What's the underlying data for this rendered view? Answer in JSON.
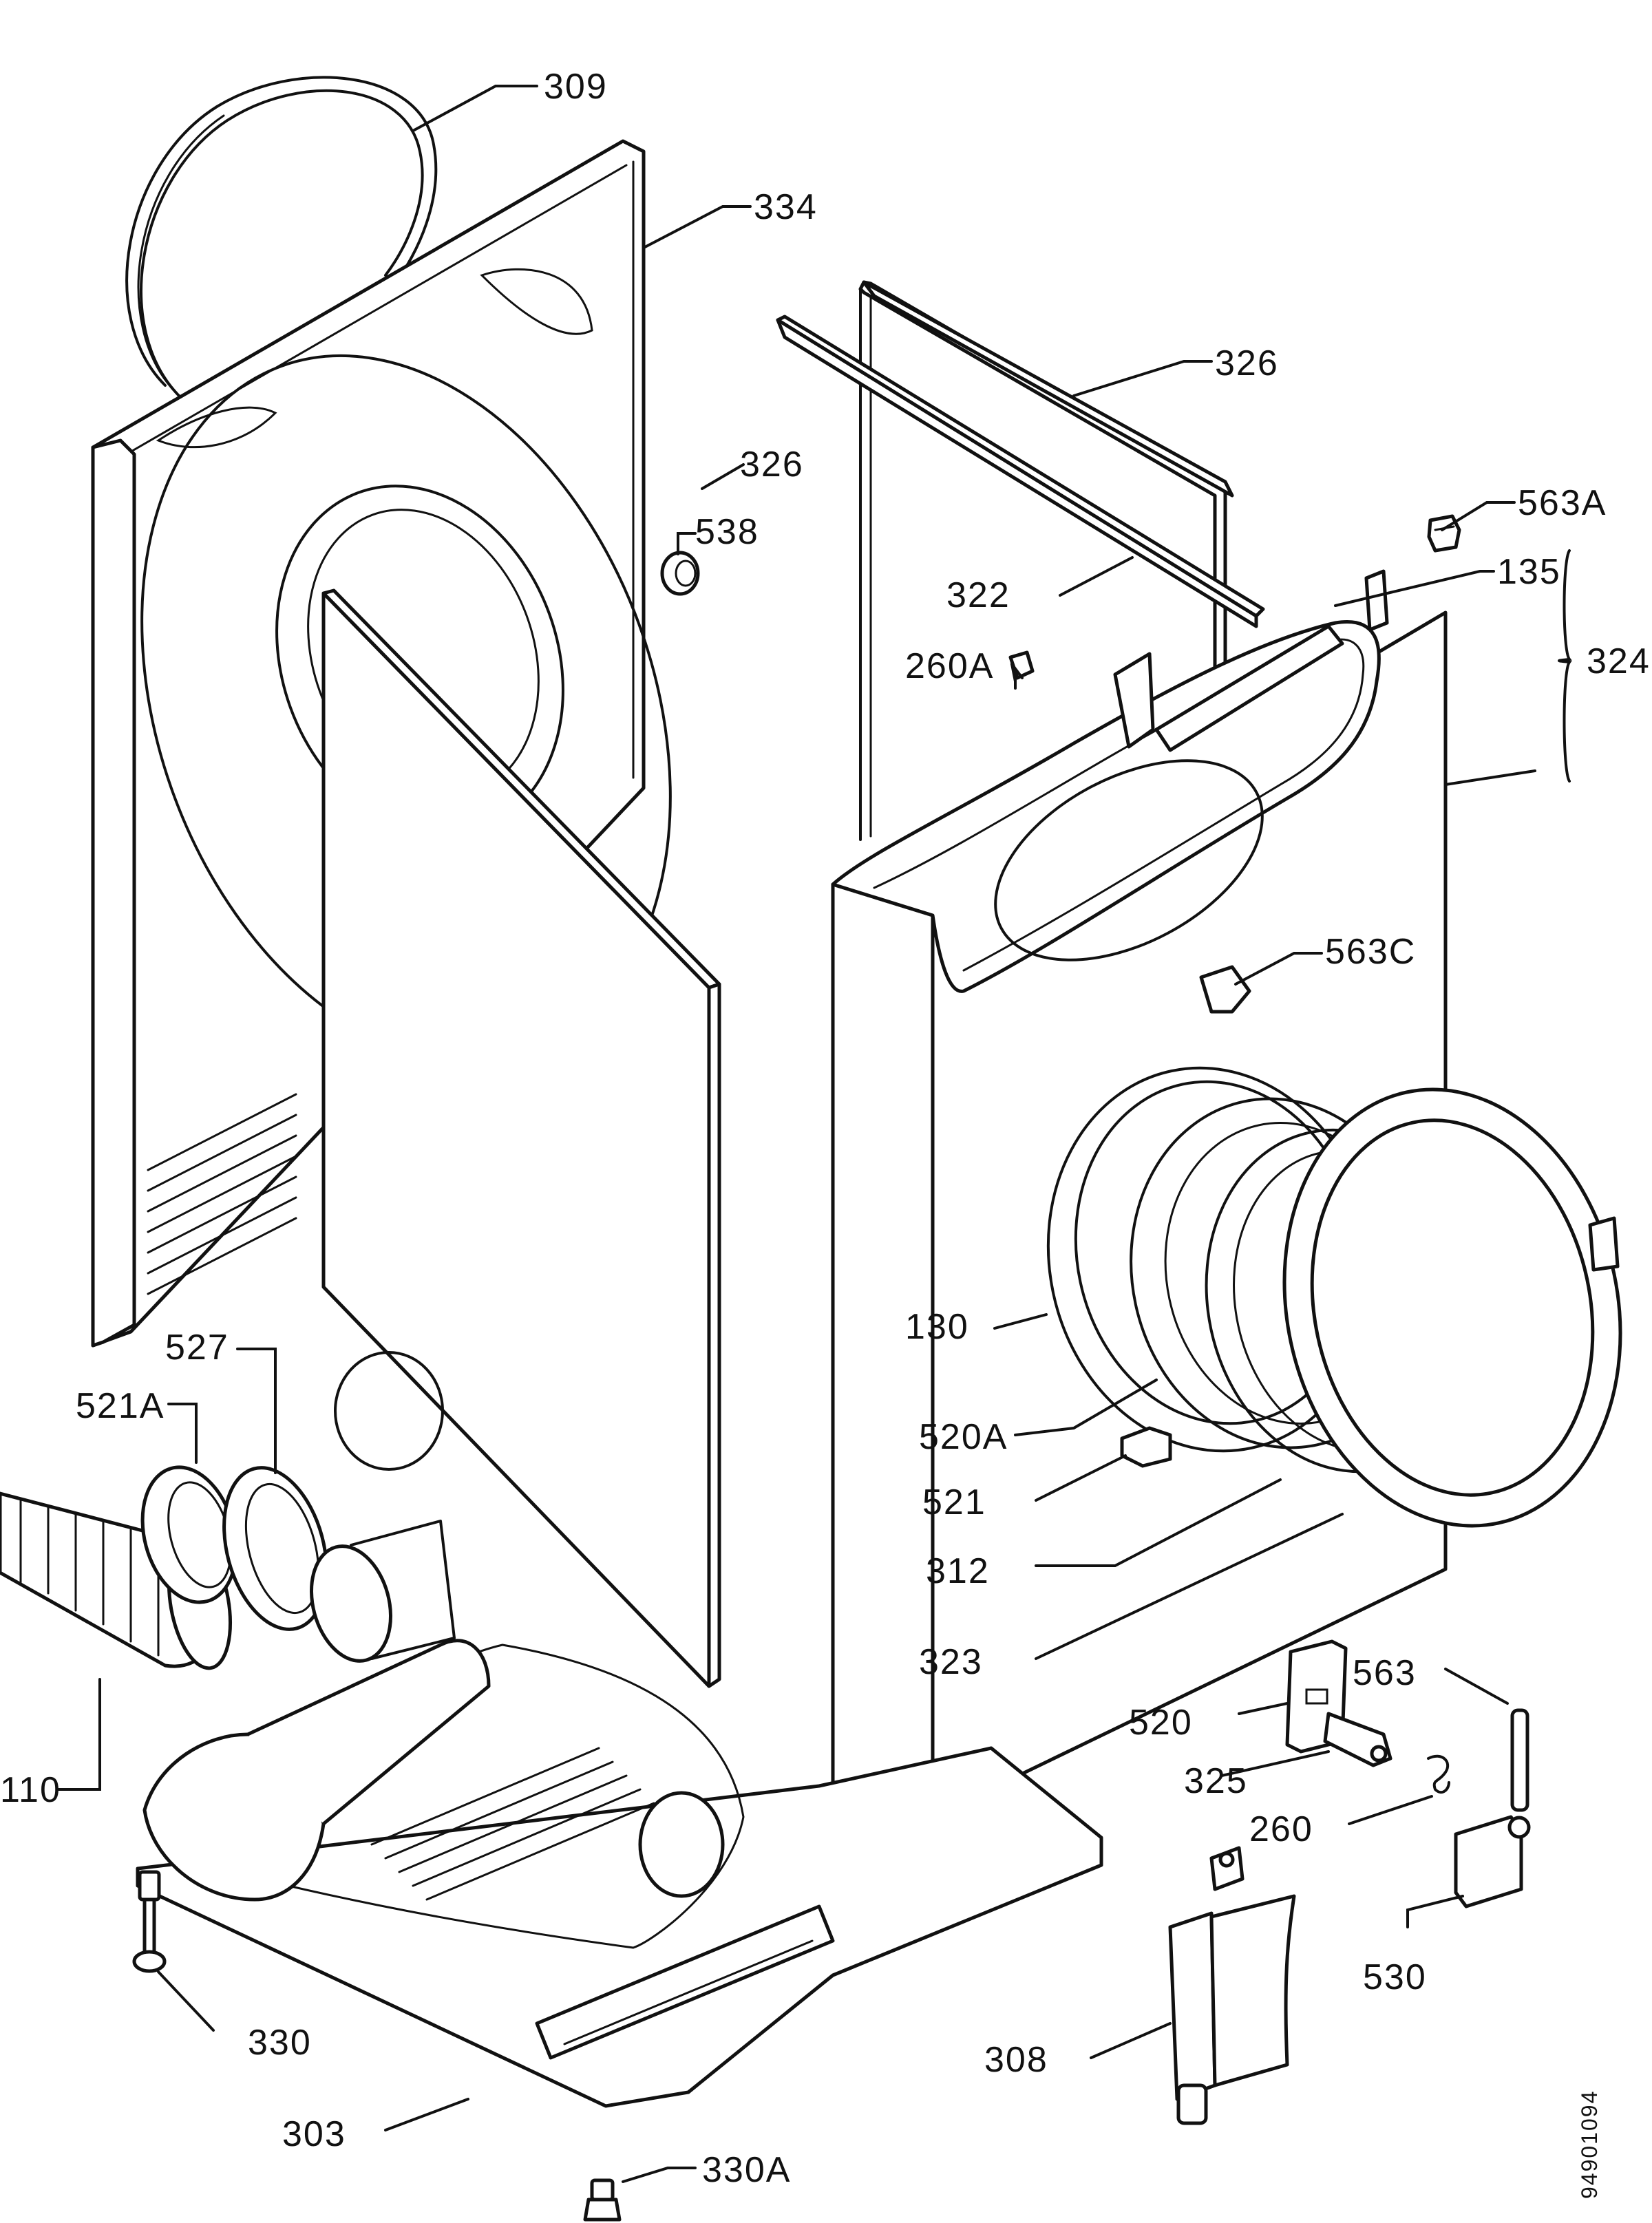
{
  "callouts": [
    {
      "id": "309",
      "text": "309"
    },
    {
      "id": "334",
      "text": "334"
    },
    {
      "id": "326a",
      "text": "326"
    },
    {
      "id": "563A",
      "text": "563A"
    },
    {
      "id": "538",
      "text": "538"
    },
    {
      "id": "322",
      "text": "322"
    },
    {
      "id": "135",
      "text": "135"
    },
    {
      "id": "324",
      "text": "324"
    },
    {
      "id": "260A",
      "text": "260A"
    },
    {
      "id": "326b",
      "text": "326"
    },
    {
      "id": "563C",
      "text": "563C"
    },
    {
      "id": "527",
      "text": "527"
    },
    {
      "id": "521A",
      "text": "521A"
    },
    {
      "id": "130",
      "text": "130"
    },
    {
      "id": "520A",
      "text": "520A"
    },
    {
      "id": "521",
      "text": "521"
    },
    {
      "id": "312",
      "text": "312"
    },
    {
      "id": "323",
      "text": "323"
    },
    {
      "id": "110",
      "text": "110"
    },
    {
      "id": "563",
      "text": "563"
    },
    {
      "id": "520",
      "text": "520"
    },
    {
      "id": "325",
      "text": "325"
    },
    {
      "id": "260",
      "text": "260"
    },
    {
      "id": "530",
      "text": "530"
    },
    {
      "id": "330",
      "text": "330"
    },
    {
      "id": "308",
      "text": "308"
    },
    {
      "id": "303",
      "text": "303"
    },
    {
      "id": "330A",
      "text": "330A"
    }
  ],
  "drawing_code": "94901094"
}
